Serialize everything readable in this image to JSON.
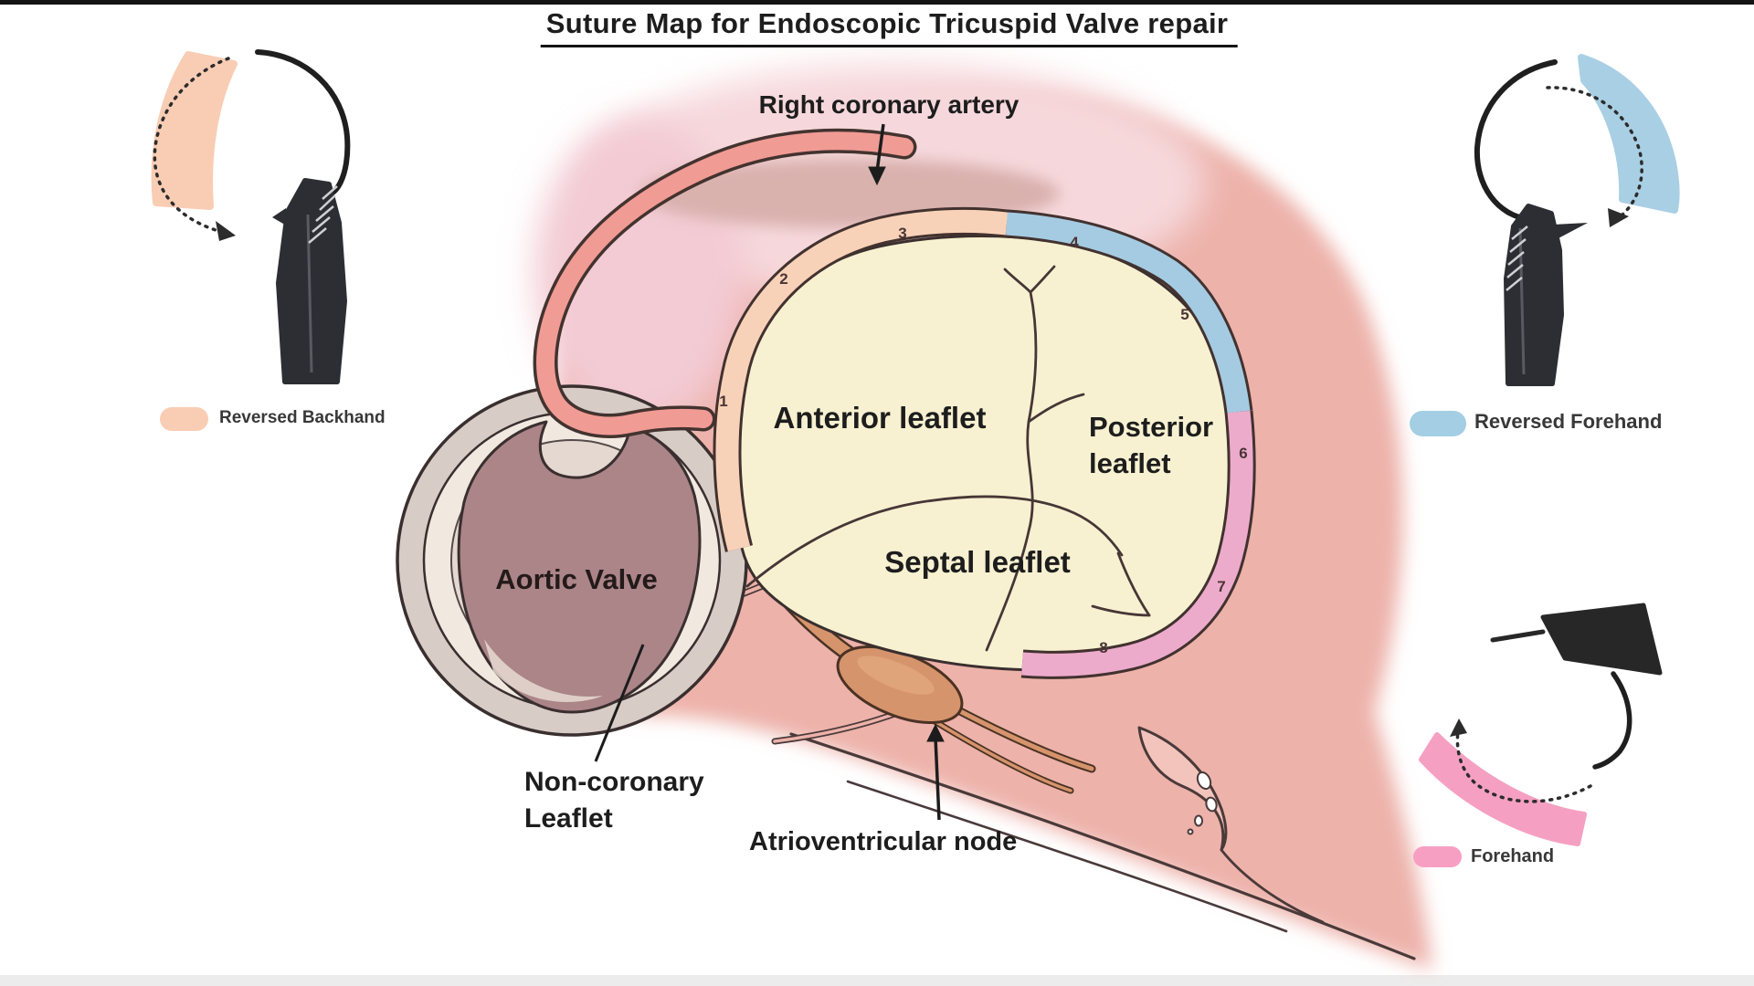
{
  "title": "Suture Map for Endoscopic Tricuspid Valve repair",
  "anatomy_labels": {
    "right_coronary_artery": "Right coronary artery",
    "anterior_leaflet": "Anterior leaflet",
    "posterior_leaflet": "Posterior\nleaflet",
    "septal_leaflet": "Septal leaflet",
    "aortic_valve": "Aortic Valve",
    "non_coronary_leaflet_line1": "Non-coronary",
    "non_coronary_leaflet_line2": "Leaflet",
    "atrioventricular_node": "Atrioventricular node"
  },
  "suture_numbers": [
    "1",
    "2",
    "3",
    "4",
    "5",
    "6",
    "7",
    "8"
  ],
  "suture_segments": [
    {
      "technique": "Reversed Backhand",
      "band_color": "#f8d2b8",
      "sutures": [
        "1",
        "2",
        "3"
      ]
    },
    {
      "technique": "Reversed Forehand",
      "band_color": "#a5cbe2",
      "sutures": [
        "4",
        "5"
      ]
    },
    {
      "technique": "Forehand",
      "band_color": "#edabcc",
      "sutures": [
        "6",
        "7",
        "8"
      ]
    }
  ],
  "legend": [
    {
      "label": "Reversed Backhand",
      "swatch_color": "#f8cdb4"
    },
    {
      "label": "Reversed Forehand",
      "swatch_color": "#a3cee3"
    },
    {
      "label": "Forehand",
      "swatch_color": "#f79fc3"
    }
  ],
  "colors": {
    "tissue_background": "#edb2aa",
    "leaflet_cream": "#f8f1d1",
    "artery_salmon": "#f19b95",
    "aortic_center_mauve": "#ab8588",
    "av_node_tan": "#d6946c",
    "outline_dark": "#3a2f2f"
  }
}
